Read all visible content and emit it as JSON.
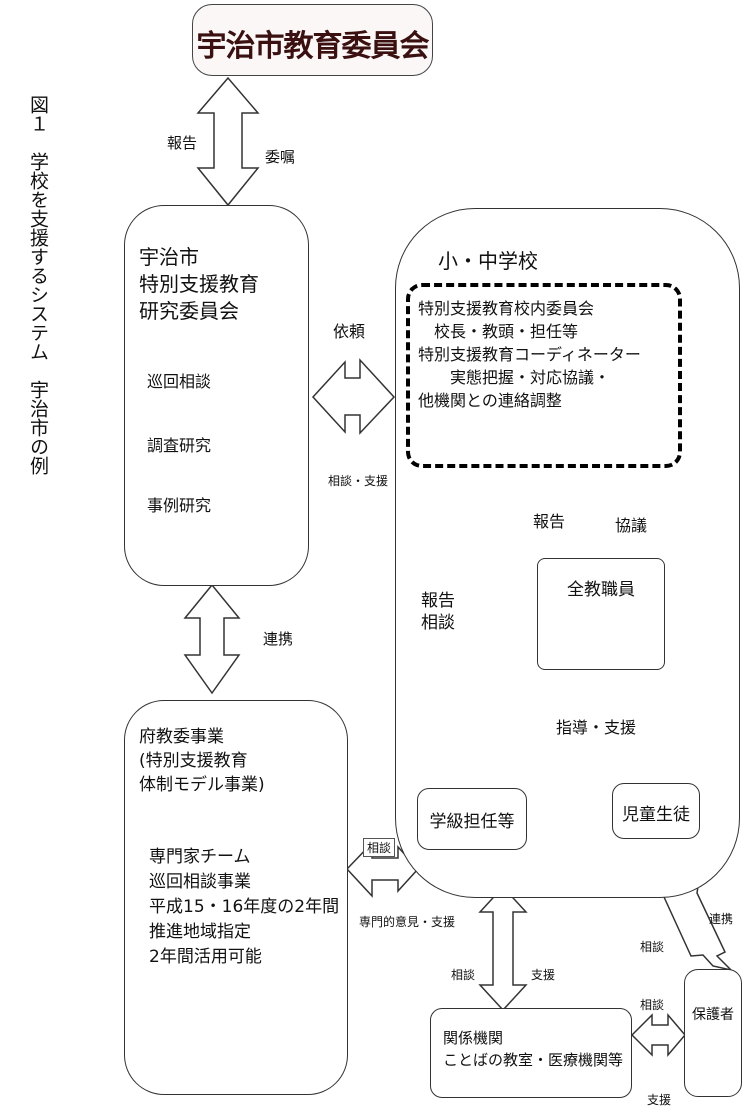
{
  "figure_title": "図１　学校を支援するシステム　宇治市の例",
  "board": "宇治市教育委員会",
  "research_committee": {
    "title_lines": [
      "宇治市",
      "特別支援教育",
      "研究委員会"
    ],
    "items": [
      "巡回相談",
      "調査研究",
      "事例研究"
    ]
  },
  "school": {
    "title": "小・中学校",
    "committee_lines": [
      "特別支援教育校内委員会",
      "　校長・教頭・担任等",
      "特別支援教育コーディネーター",
      "　　実態把握・対応協議・",
      "他機関との連絡調整"
    ],
    "all_staff": "全教職員",
    "class_teacher": "学級担任等",
    "students": "児童生徒"
  },
  "prefecture": {
    "lines_a": [
      "府教委事業",
      "(特別支援教育",
      "体制モデル事業)"
    ],
    "lines_b": [
      "専門家チーム",
      "巡回相談事業",
      "平成15・16年度の2年間",
      "推進地域指定",
      "2年間活用可能"
    ]
  },
  "agencies": [
    "関係機関",
    "ことばの教室・医療機関等"
  ],
  "guardian": "保護者",
  "labels": {
    "report": "報告",
    "commission": "委嘱",
    "request": "依頼",
    "consult_support": "相談・支援",
    "cooperation": "連携",
    "report_consult": [
      "報告",
      "相談"
    ],
    "report2": "報告",
    "discussion": "協議",
    "guidance_support": "指導・支援",
    "consult": "相談",
    "expert_support": "専門的意見・支援",
    "consult2": "相談",
    "support": "支援",
    "cooperation2": "連携",
    "consult3": "相談",
    "consult4": "相談",
    "support2": "支援"
  },
  "colors": {
    "line": "#333333",
    "heavy": "#000000",
    "board_bg": "#fbf7f7"
  }
}
